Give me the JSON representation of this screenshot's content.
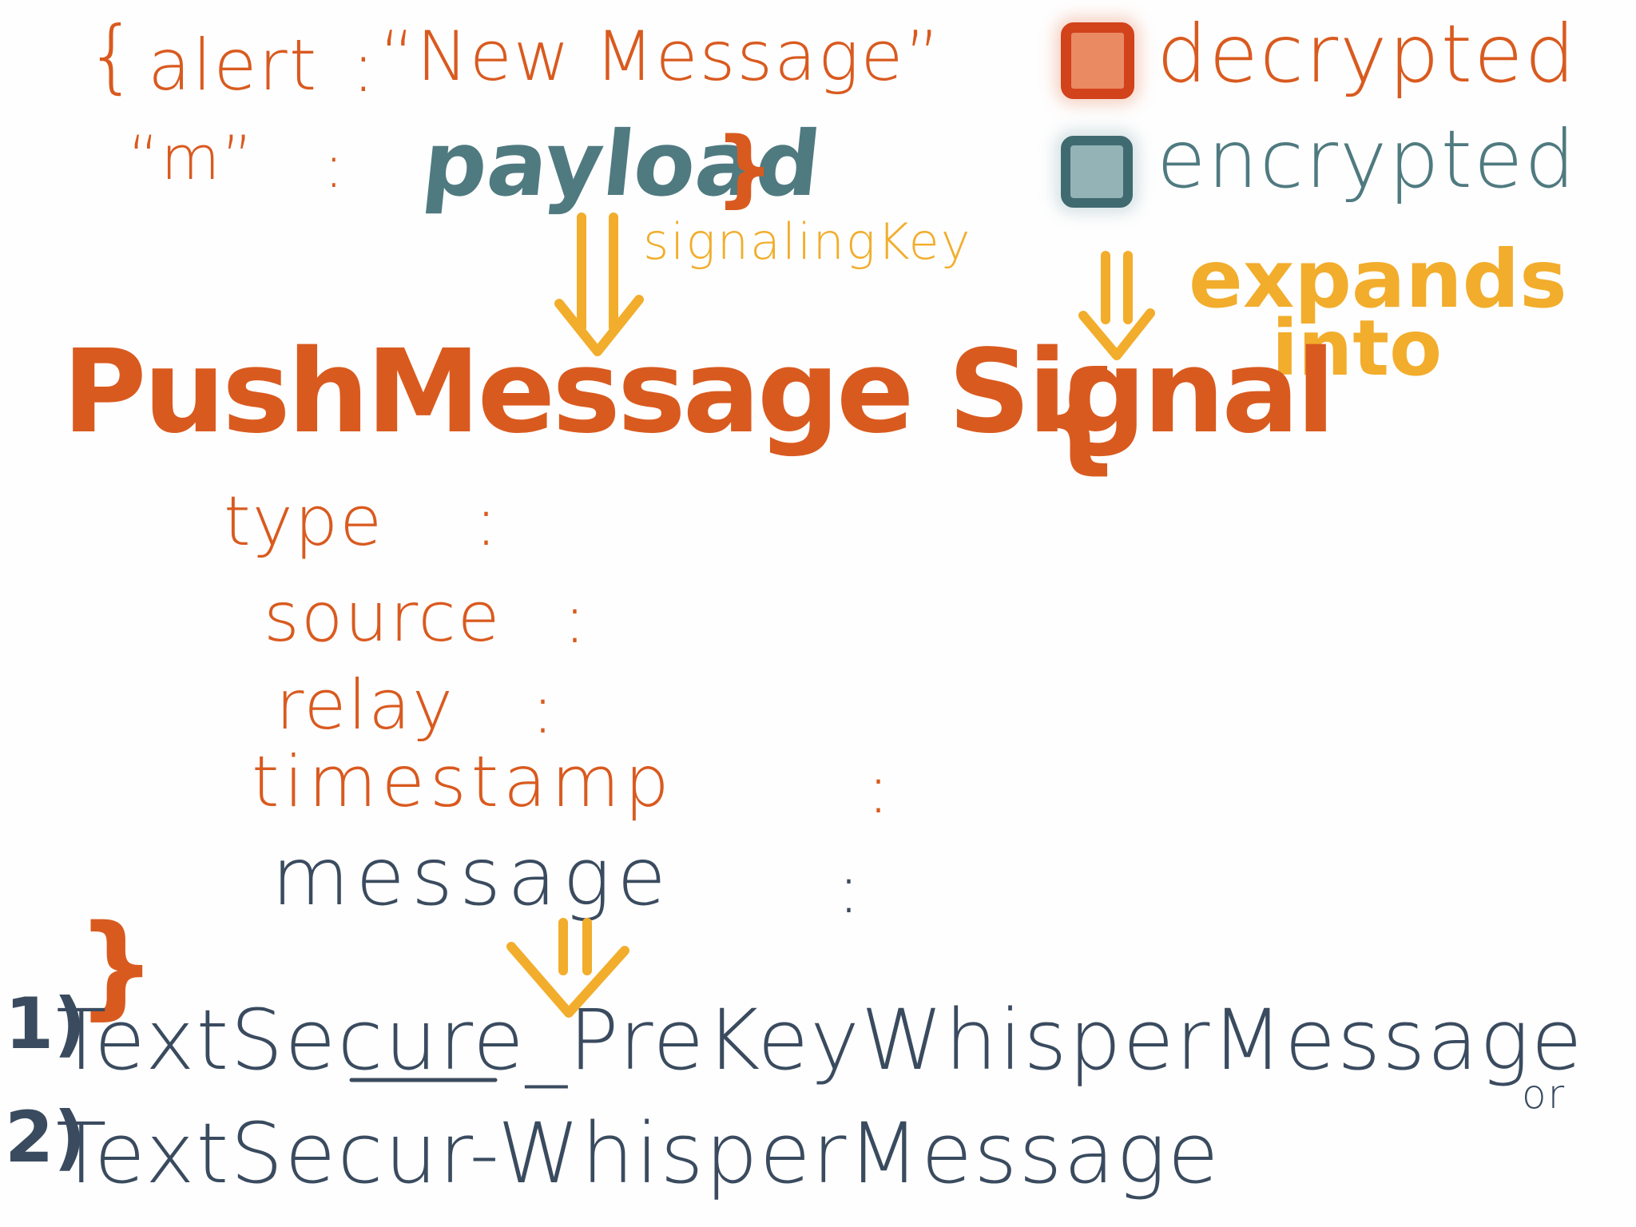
{
  "header": {
    "open_brace": "{",
    "alert_key": "alert",
    "colon": ":",
    "alert_value": "“New Message”",
    "m_key": "“m”",
    "payload": "payload",
    "close_brace": "}"
  },
  "legend": {
    "decrypted_label": "decrypted",
    "encrypted_label": "encrypted",
    "decrypted_color": "#d95a1f",
    "encrypted_color": "#4f7a80"
  },
  "arrows": {
    "signaling_key_label": "signalingKey",
    "expands_label": "expands",
    "into_label": "into"
  },
  "signal": {
    "title": "PushMessage Signal",
    "open_brace": "{",
    "fields": [
      {
        "name": "type",
        "colon": ":"
      },
      {
        "name": "source",
        "colon": ":"
      },
      {
        "name": "relay",
        "colon": ":"
      },
      {
        "name": "timestamp",
        "colon": ":"
      }
    ],
    "message_field": "message",
    "message_colon": ":",
    "close_brace": "}"
  },
  "results": {
    "item1_number": "1)",
    "item1_text": "TextSecure_PreKeyWhisperMessage",
    "or_text": "or",
    "item2_number": "2)",
    "item2_text": "TextSecur-WhisperMessage"
  },
  "colors": {
    "orange": "#d95a1f",
    "teal": "#4f7a80",
    "yellow": "#f2ad2c",
    "navy": "#3a4b5f"
  }
}
